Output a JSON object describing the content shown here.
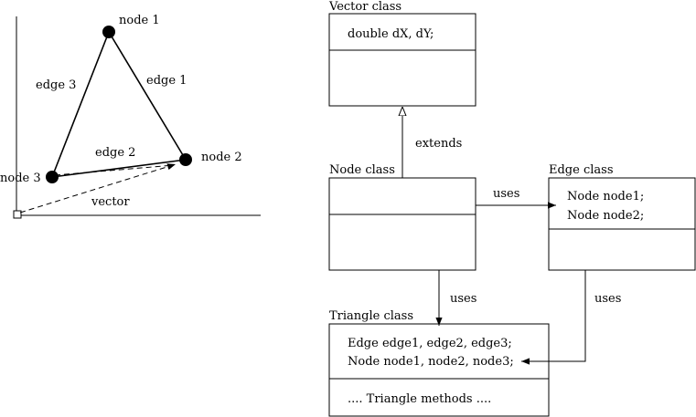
{
  "geometry": {
    "nodes": [
      {
        "label": "node 1"
      },
      {
        "label": "node 2"
      },
      {
        "label": "node 3"
      }
    ],
    "edges": [
      {
        "label": "edge 1"
      },
      {
        "label": "edge 2"
      },
      {
        "label": "edge 3"
      }
    ],
    "vector_label": "vector"
  },
  "classes": {
    "vector": {
      "title": "Vector class",
      "fields": [
        "double dX, dY;"
      ]
    },
    "node": {
      "title": "Node class"
    },
    "edge": {
      "title": "Edge class",
      "fields": [
        "Node node1;",
        "Node node2;"
      ]
    },
    "triangle": {
      "title": "Triangle class",
      "fields": [
        "Edge edge1, edge2, edge3;",
        "Node node1, node2, node3;"
      ],
      "methods": ".... Triangle methods ...."
    }
  },
  "relations": {
    "extends": "extends",
    "uses_node_edge": "uses",
    "uses_node_triangle": "uses",
    "uses_edge_triangle": "uses"
  }
}
